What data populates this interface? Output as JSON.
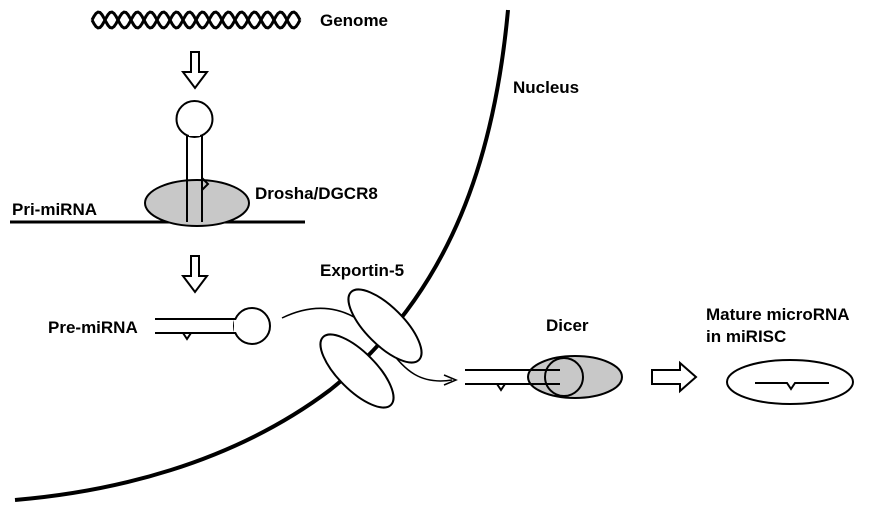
{
  "labels": {
    "genome": "Genome",
    "nucleus": "Nucleus",
    "drosha": "Drosha/DGCR8",
    "pri_mirna": "Pri-miRNA",
    "exportin": "Exportin-5",
    "pre_mirna": "Pre-miRNA",
    "dicer": "Dicer",
    "mature_line1": "Mature microRNA",
    "mature_line2": "in miRISC"
  },
  "colors": {
    "stroke": "#000000",
    "protein_fill": "#c8c8c8",
    "background": "#ffffff"
  }
}
